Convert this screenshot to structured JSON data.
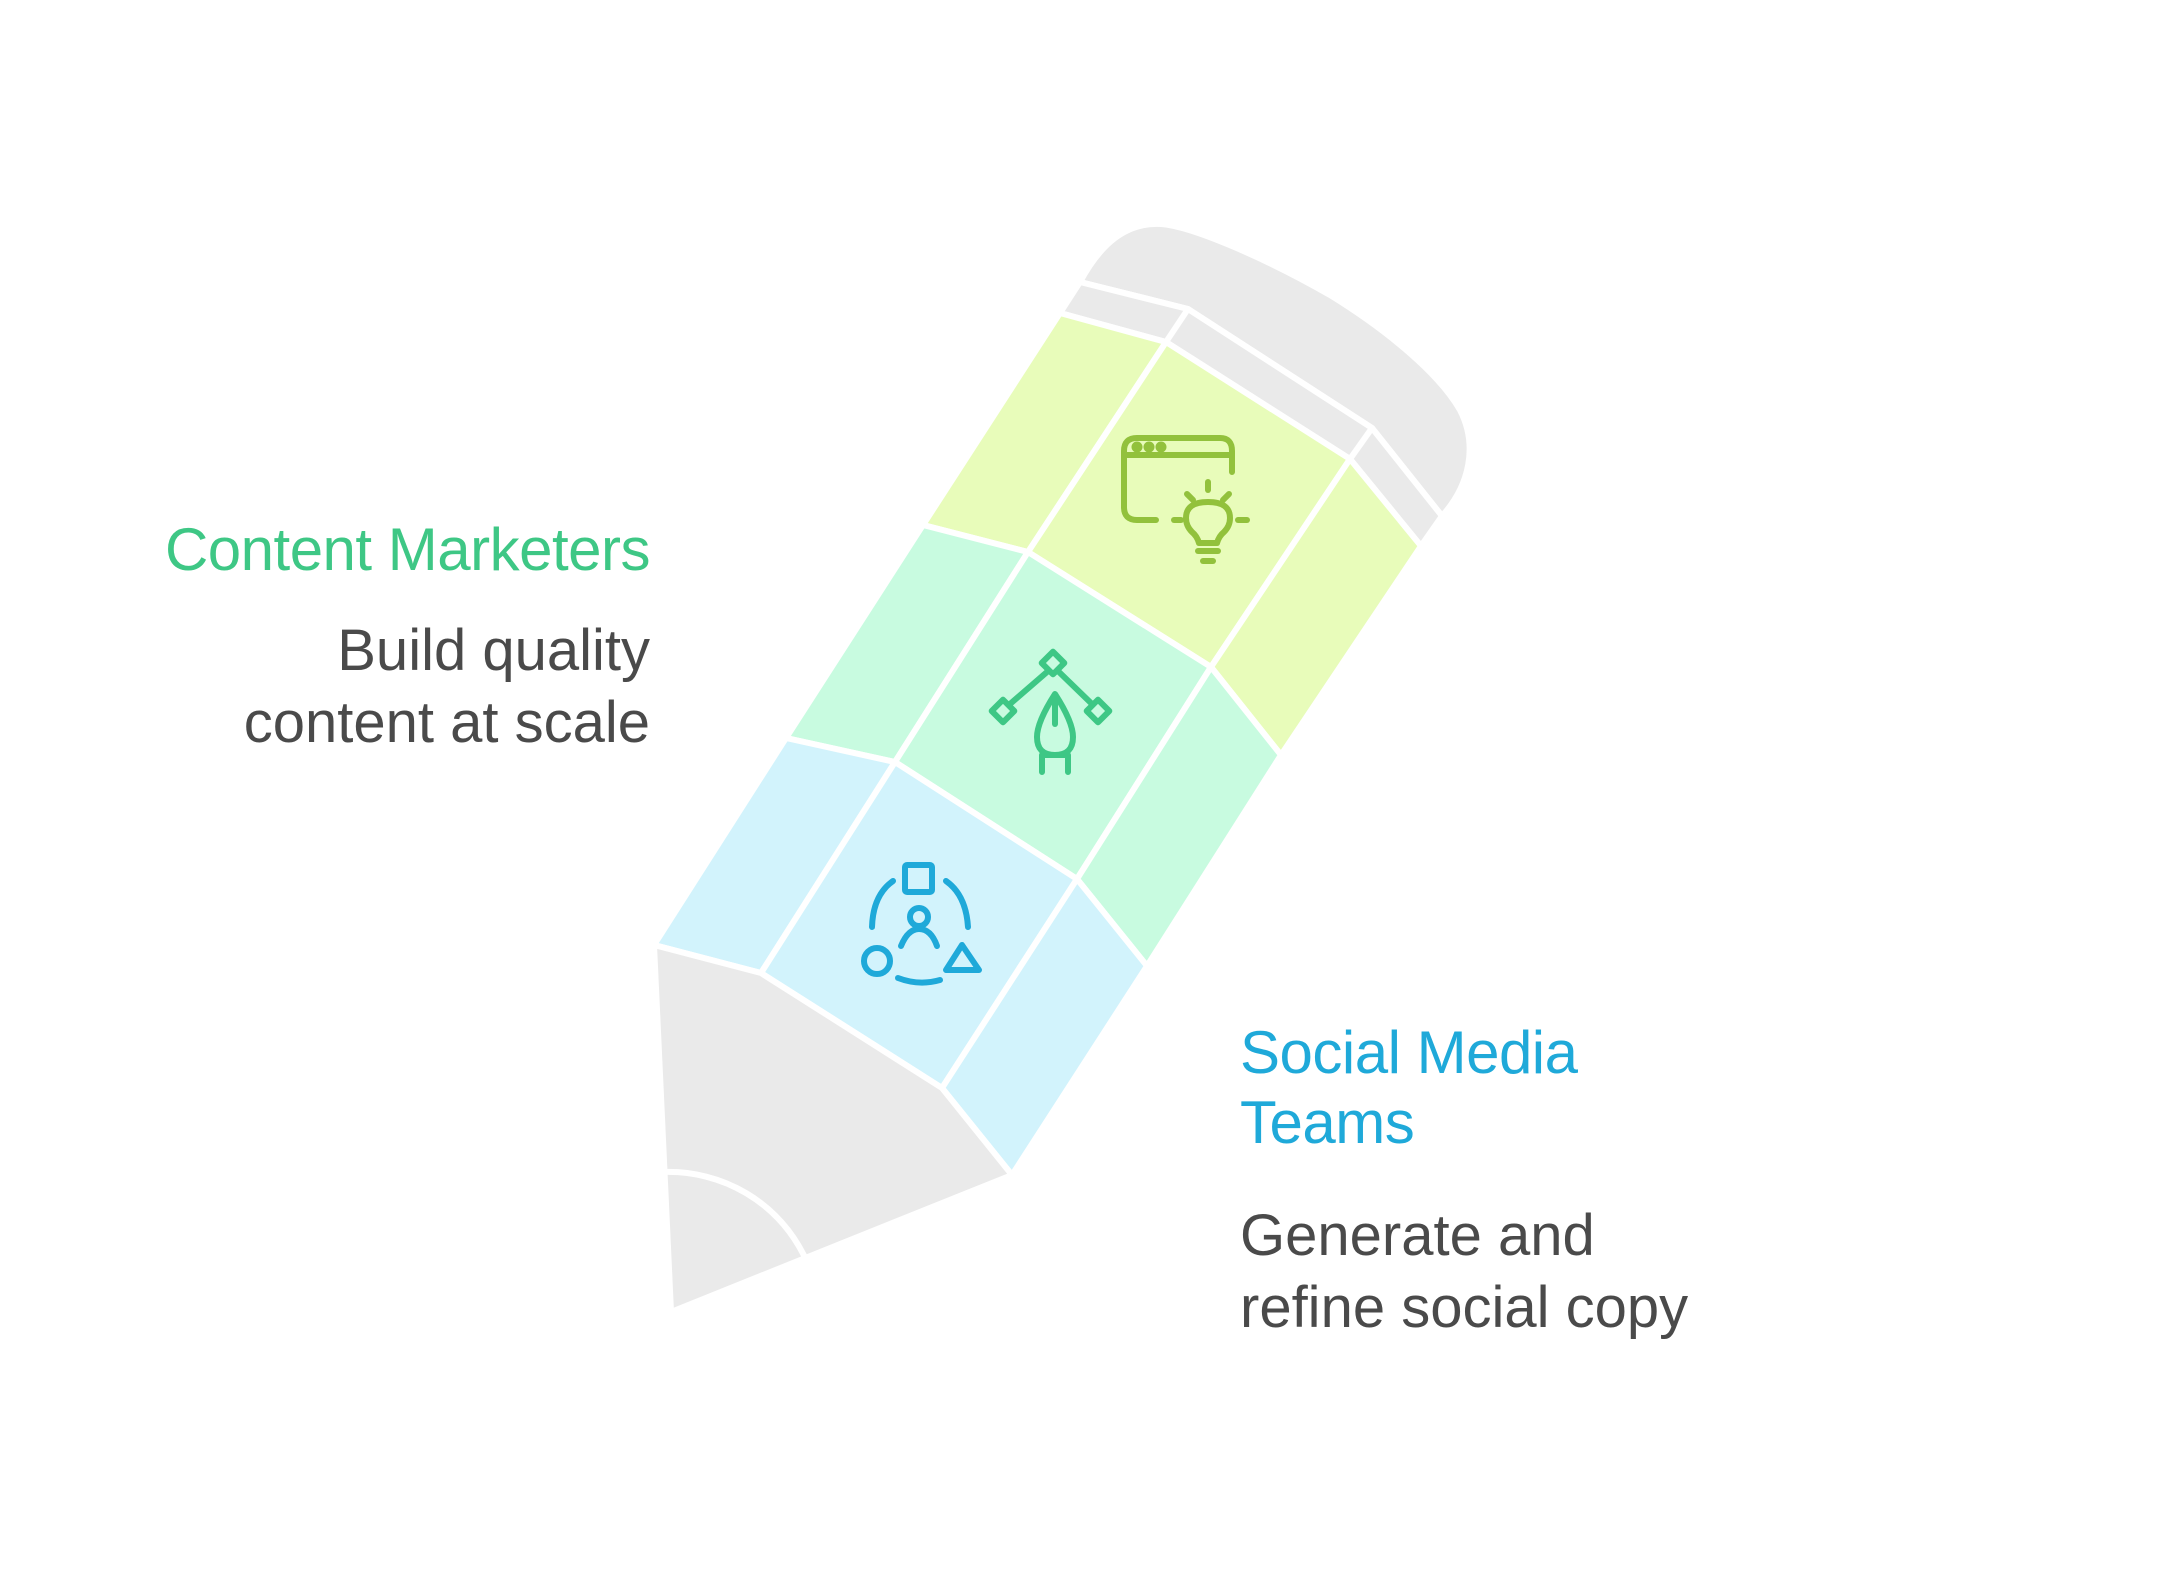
{
  "diagram": {
    "type": "pencil-segments",
    "colors": {
      "background": "#ffffff",
      "pencil_grey": "#eaeaea",
      "segment_yellow": "#e8fcba",
      "segment_green": "#c8fbe0",
      "segment_blue": "#d2f3fc",
      "icon_yellow": "#92c13c",
      "icon_green": "#3ec785",
      "icon_blue": "#1fa9d9",
      "body_text": "#4a4a4a",
      "divider": "#ffffff"
    },
    "segments": [
      {
        "id": "top",
        "fill": "#e8fcba",
        "icon": "browser-lightbulb-icon",
        "icon_color": "#92c13c"
      },
      {
        "id": "middle",
        "fill": "#c8fbe0",
        "icon": "pen-tool-vector-icon",
        "icon_color": "#3ec785"
      },
      {
        "id": "bottom",
        "fill": "#d2f3fc",
        "icon": "team-shapes-icon",
        "icon_color": "#1fa9d9"
      }
    ]
  },
  "labels": {
    "content_marketers": {
      "title": "Content Marketers",
      "color": "#3ec785",
      "desc_lines": [
        "Build quality",
        "content at scale"
      ]
    },
    "social_media_teams": {
      "title_lines": [
        "Social Media",
        "Teams"
      ],
      "color": "#1fa9d9",
      "desc_lines": [
        "Generate and",
        "refine social copy"
      ]
    }
  }
}
